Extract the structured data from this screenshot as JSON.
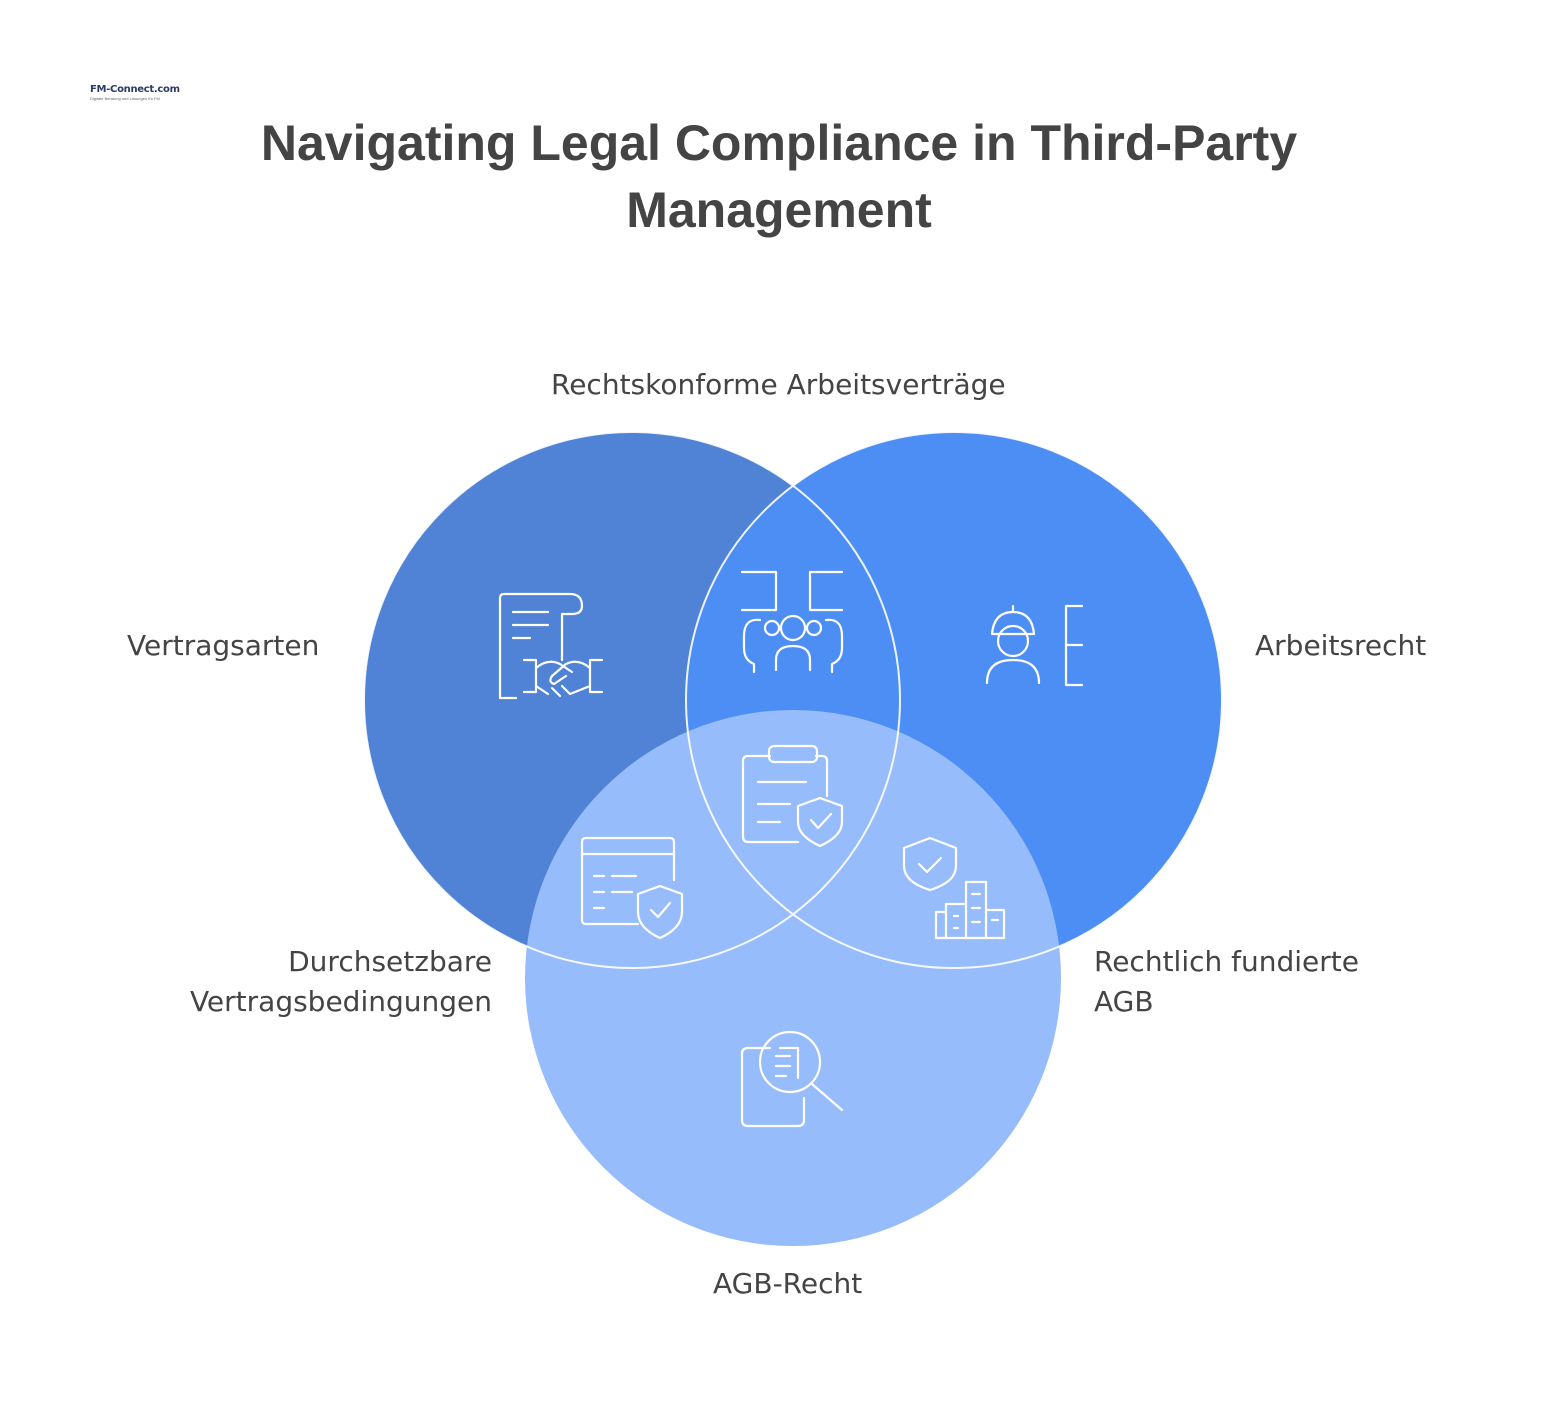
{
  "logo": {
    "text": "FM-Connect.com",
    "tagline": "Digitale Beratung und Lösungen für FM"
  },
  "title_line1": "Navigating Legal Compliance in Third-Party",
  "title_line2": "Management",
  "labels": {
    "top": "Rechtskonforme Arbeitsverträge",
    "left": "Vertragsarten",
    "right": "Arbeitsrecht",
    "bottom_left_1": "Durchsetzbare",
    "bottom_left_2": "Vertragsbedingungen",
    "bottom_right_1": "Rechtlich fundierte",
    "bottom_right_2": "AGB",
    "bottom": "AGB-Recht"
  },
  "colors": {
    "circle_left": "#5083d6",
    "circle_right": "#4d8ef4",
    "circle_bottom": "#97bcfb",
    "icon_stroke": "#ffffff"
  },
  "icons": {
    "left": "contract-handshake-icon",
    "top_intersection": "team-support-icon",
    "right": "worker-icon",
    "center": "clipboard-shield-icon",
    "left_bottom_intersection": "document-shield-icon",
    "right_bottom_intersection": "shield-buildings-icon",
    "bottom": "document-search-icon"
  }
}
